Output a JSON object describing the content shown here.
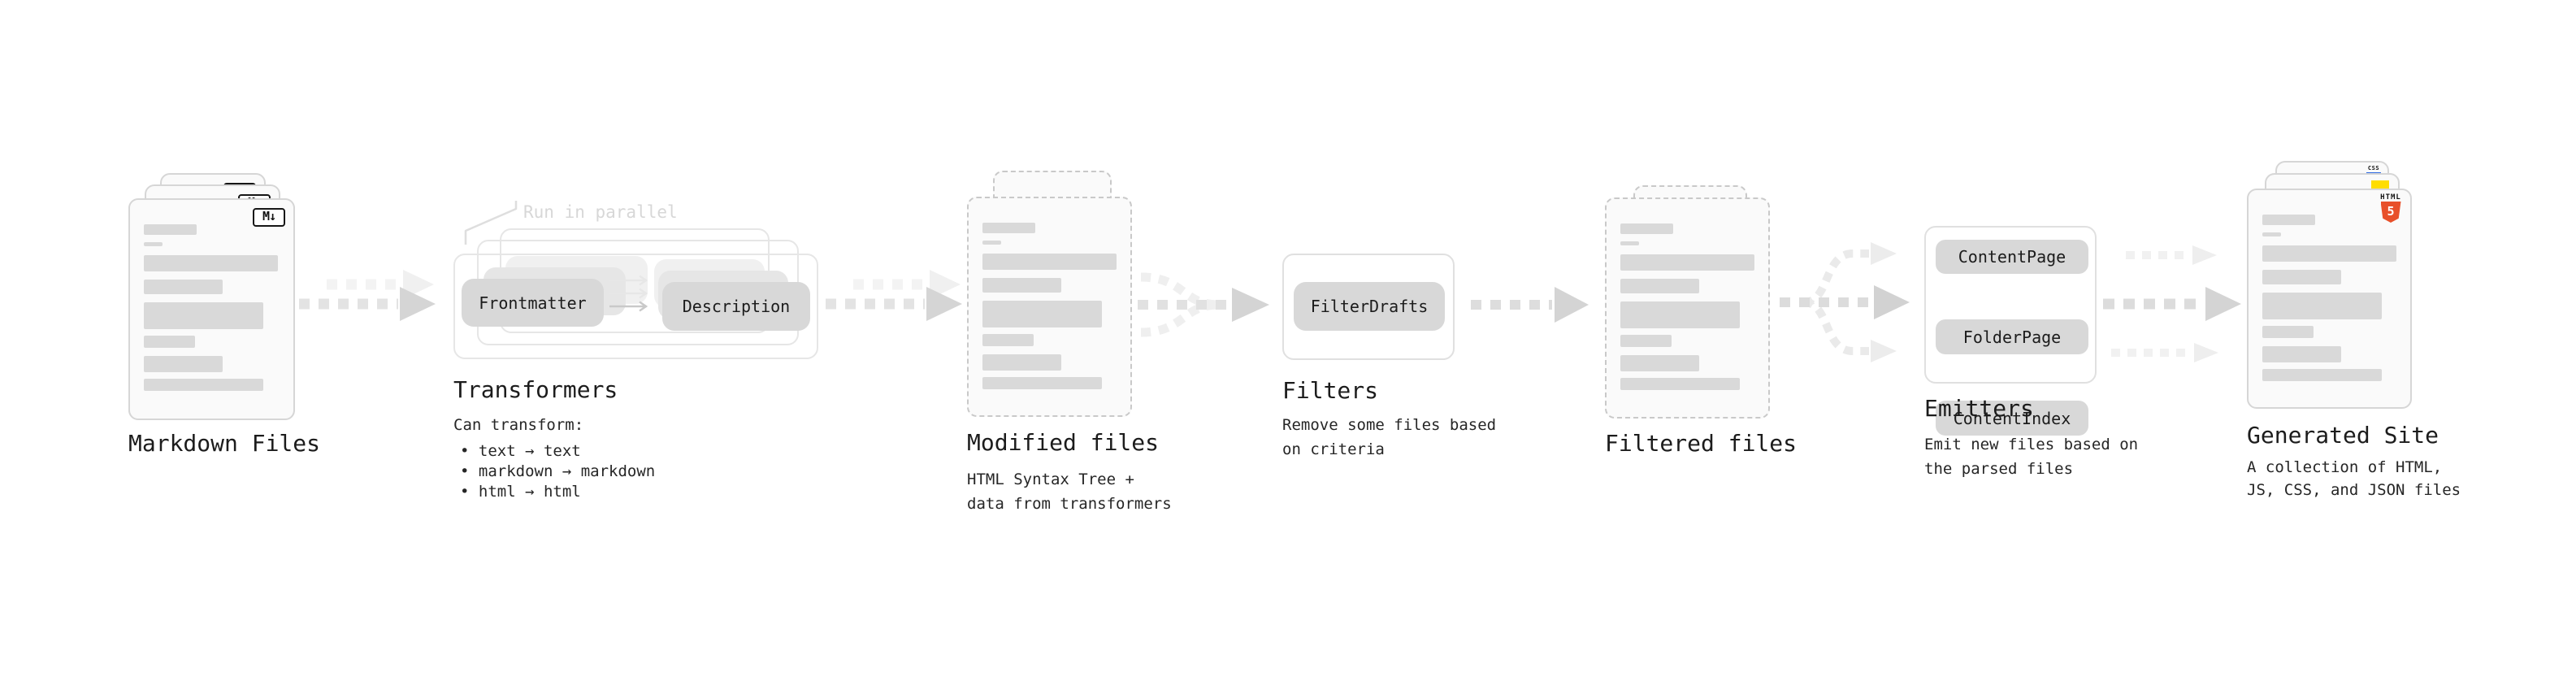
{
  "colors": {
    "html5": "#e8502a",
    "js": "#ffdd00",
    "css": "#2d6ae3",
    "bar": "#d9d9d9"
  },
  "stages": {
    "markdown": {
      "label": "Markdown Files",
      "badge": "M↓"
    },
    "transformers": {
      "label": "Transformers",
      "annotation": "Run in parallel",
      "pill_left": "Frontmatter",
      "pill_right": "Description",
      "desc_title": "Can transform:",
      "bullets": [
        "• text → text",
        "• markdown → markdown",
        "• html → html"
      ]
    },
    "modified": {
      "label": "Modified files",
      "desc1": "HTML Syntax Tree +",
      "desc2": "data from transformers"
    },
    "filters": {
      "label": "Filters",
      "pill": "FilterDrafts",
      "desc1": "Remove some files based",
      "desc2": "on criteria"
    },
    "filtered": {
      "label": "Filtered files"
    },
    "emitters": {
      "label": "Emitters",
      "pills": [
        "ContentPage",
        "FolderPage",
        "ContentIndex"
      ],
      "desc1": "Emit new files based on",
      "desc2": "the parsed files"
    },
    "site": {
      "label": "Generated Site",
      "badge_html": "HTML",
      "badge_html_num": "5",
      "badge_css": "CSS",
      "desc1": "A collection of HTML,",
      "desc2": "JS, CSS, and JSON files"
    }
  }
}
